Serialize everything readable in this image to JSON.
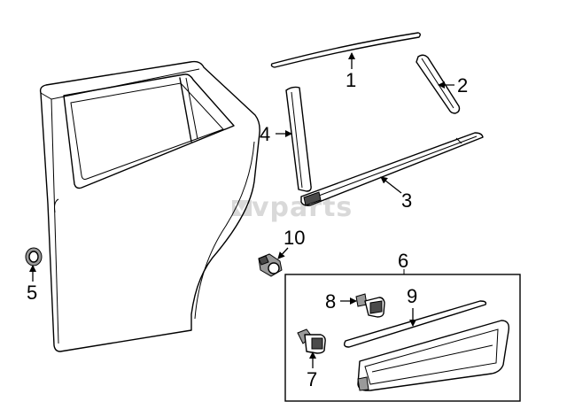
{
  "watermark": "vparts",
  "callouts": {
    "c1": "1",
    "c2": "2",
    "c3": "3",
    "c4": "4",
    "c5": "5",
    "c6": "6",
    "c7": "7",
    "c8": "8",
    "c9": "9",
    "c10": "10"
  },
  "colors": {
    "line": "#000000",
    "watermark": "#d9d9d9",
    "background": "#ffffff"
  }
}
